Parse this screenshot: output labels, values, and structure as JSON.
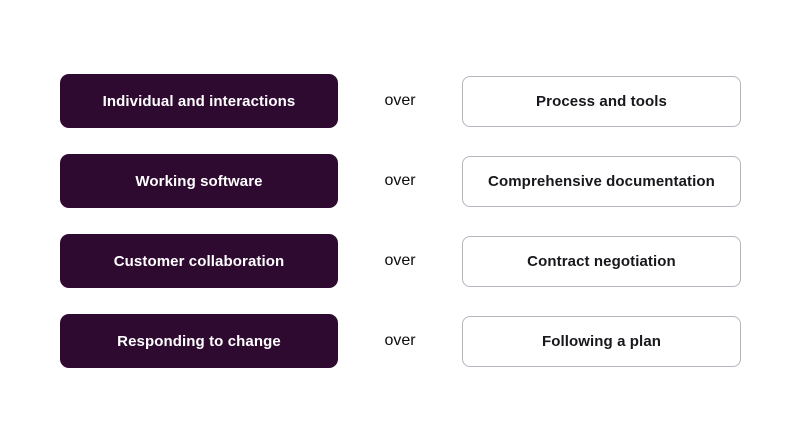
{
  "diagram": {
    "title": "agile-values-comparison",
    "connector_label": "over",
    "colors": {
      "background": "#ffffff",
      "left_box_bg": "#2E0A31",
      "left_box_text": "#ffffff",
      "right_box_bg": "#ffffff",
      "right_box_border": "#b3b6bd",
      "right_box_text": "#17171c",
      "over_text": "#0d0d0f"
    },
    "rows": [
      {
        "left": "Individual and interactions",
        "right": "Process and tools"
      },
      {
        "left": "Working software",
        "right": "Comprehensive documentation"
      },
      {
        "left": "Customer collaboration",
        "right": "Contract negotiation"
      },
      {
        "left": "Responding to change",
        "right": "Following a plan"
      }
    ]
  }
}
